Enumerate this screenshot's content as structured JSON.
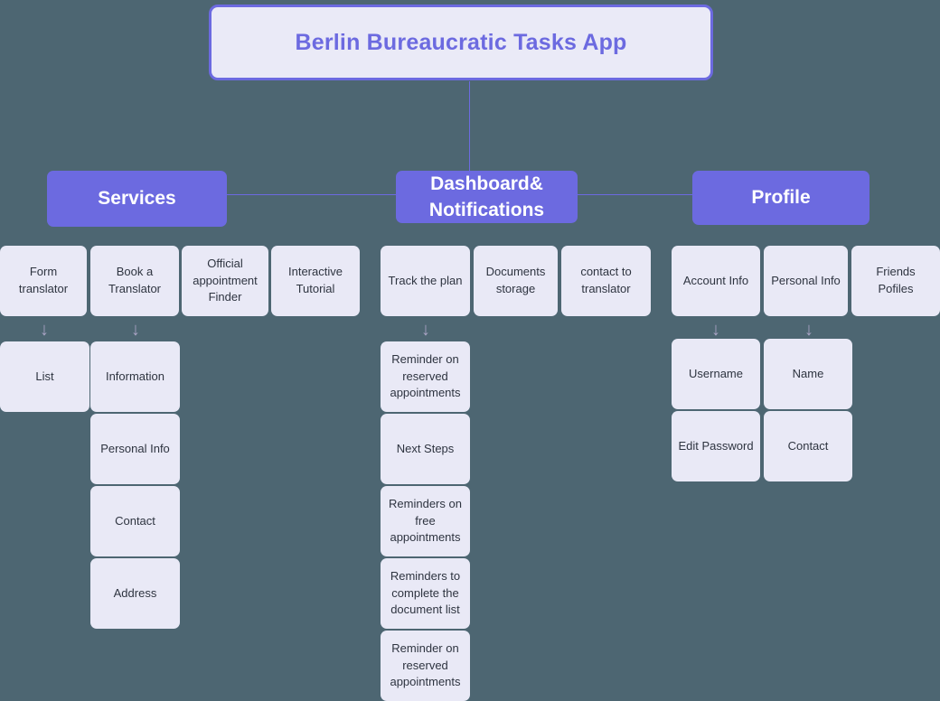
{
  "diagram": {
    "title": "Berlin Bureaucratic Tasks App",
    "type": "sitemap",
    "background_color": "#4d6672",
    "accent_color": "#6c6ae0",
    "card_color": "#e9e9f6",
    "arrow_glyph": "↓"
  },
  "root": {
    "label": "Berlin Bureaucratic Tasks App"
  },
  "sections": [
    {
      "id": "services",
      "label": "Services"
    },
    {
      "id": "dashboard",
      "label": "Dashboard&\nNotifications",
      "line1": "Dashboard&",
      "line2": "Notifications"
    },
    {
      "id": "profile",
      "label": "Profile"
    }
  ],
  "services": {
    "features": [
      {
        "label": "Form translator"
      },
      {
        "label": "Book a Translator"
      },
      {
        "label": "Official appointment Finder"
      },
      {
        "label": "Interactive Tutorial"
      }
    ],
    "form_translator_children": [
      {
        "label": "List"
      }
    ],
    "book_translator_children": [
      {
        "label": "Information"
      },
      {
        "label": "Personal Info"
      },
      {
        "label": "Contact"
      },
      {
        "label": "Address"
      }
    ]
  },
  "dashboard": {
    "features": [
      {
        "label": "Track the plan"
      },
      {
        "label": "Documents storage"
      },
      {
        "label": "contact to translator"
      }
    ],
    "track_plan_children": [
      {
        "label": "Reminder on reserved appointments"
      },
      {
        "label": "Next Steps"
      },
      {
        "label": "Reminders on free appointments"
      },
      {
        "label": "Reminders to complete the document list"
      },
      {
        "label": "Reminder on reserved appointments"
      }
    ]
  },
  "profile": {
    "features": [
      {
        "label": "Account Info"
      },
      {
        "label": "Personal Info"
      },
      {
        "label": "Friends Pofiles"
      }
    ],
    "account_info_children": [
      {
        "label": "Username"
      },
      {
        "label": "Edit Password"
      }
    ],
    "personal_info_children": [
      {
        "label": "Name"
      },
      {
        "label": "Contact"
      }
    ]
  }
}
